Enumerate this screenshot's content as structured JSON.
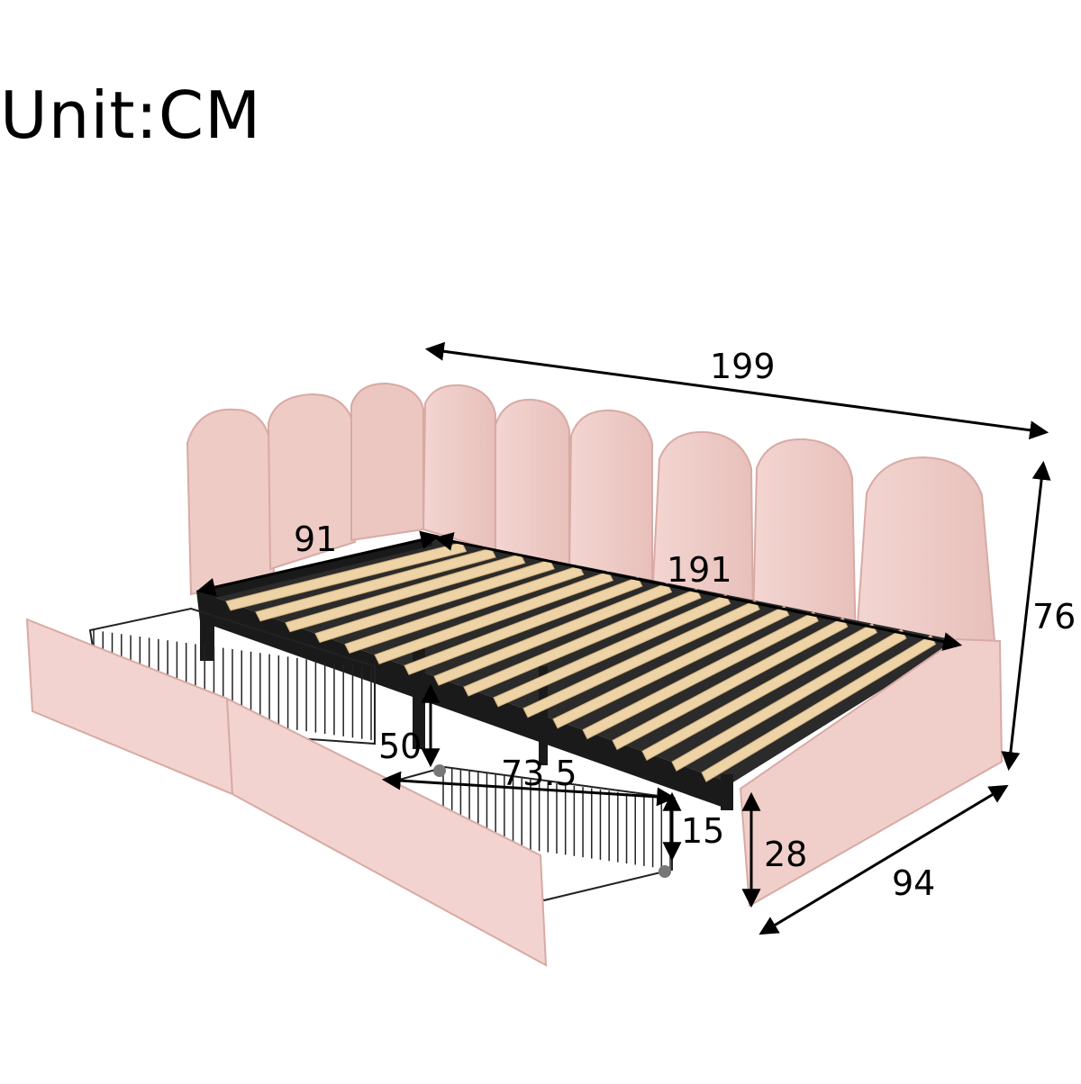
{
  "unit_label": "Unit:CM",
  "dimensions": {
    "overall_length": "199",
    "bed_height": "76",
    "inner_width": "91",
    "inner_length": "191",
    "outer_width": "94",
    "side_rail_height": "28",
    "drawer_depth": "50",
    "drawer_width": "73.5",
    "drawer_height": "15"
  },
  "colors": {
    "upholstery": "#f1cfcb",
    "upholstery_shade": "#e5bbb6",
    "slat": "#edd3a6",
    "frame": "#1a1a1a",
    "basket": "#222222"
  }
}
